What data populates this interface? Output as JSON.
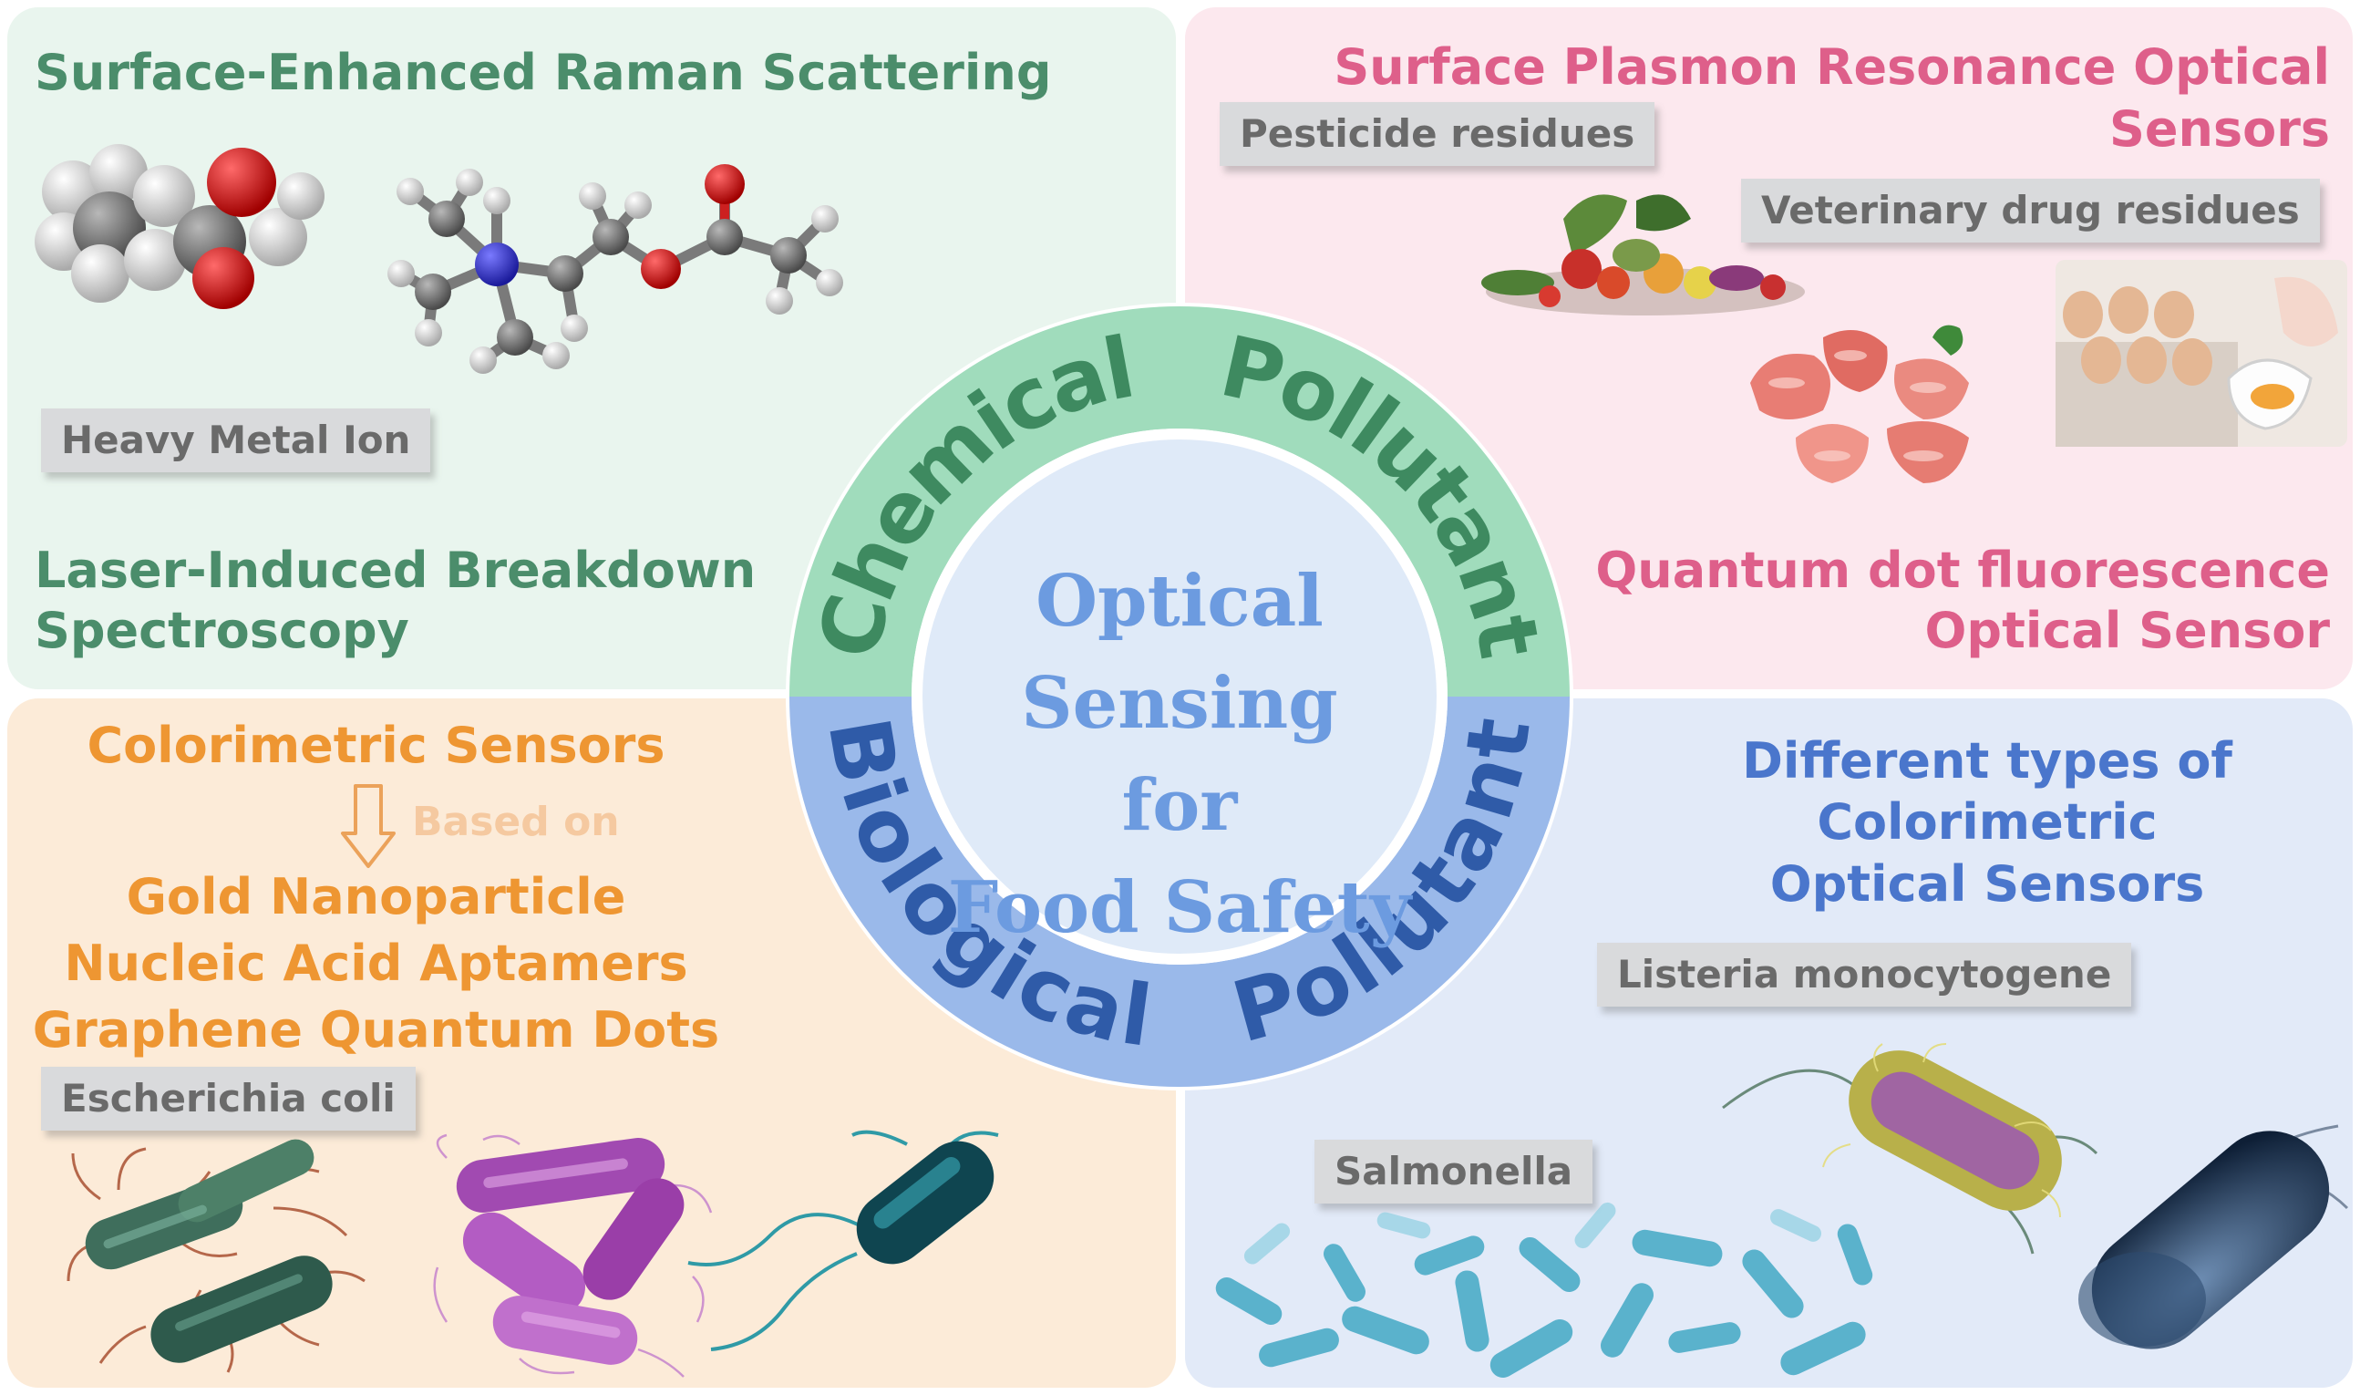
{
  "center": {
    "line1": "Optical Sensing",
    "line2": "for",
    "line3": "Food Safety",
    "ring_top": "Chemical Pollutant",
    "ring_bottom": "Biological Pollutant"
  },
  "top_left": {
    "title1": "Surface-Enhanced Raman Scattering",
    "tag": "Heavy Metal Ion",
    "title2_line1": "Laser-Induced Breakdown",
    "title2_line2": "Spectroscopy"
  },
  "top_right": {
    "title1_line1": "Surface Plasmon Resonance Optical",
    "title1_line2": "Sensors",
    "tag1": "Pesticide residues",
    "tag2": "Veterinary drug residues",
    "title2_line1": "Quantum dot fluorescence",
    "title2_line2": "Optical Sensor"
  },
  "bottom_left": {
    "title": "Colorimetric Sensors",
    "based_on": "Based on",
    "item1": "Gold Nanoparticle",
    "item2": "Nucleic Acid Aptamers",
    "item3": "Graphene Quantum Dots",
    "tag": "Escherichia coli"
  },
  "bottom_right": {
    "title_line1": "Different types of",
    "title_line2": "Colorimetric",
    "title_line3": "Optical Sensors",
    "tag1": "Listeria monocytogene",
    "tag2": "Salmonella"
  },
  "colors": {
    "green_panel": "#e9f5ee",
    "pink_panel": "#fce8ee",
    "orange_panel": "#fcebd8",
    "blue_panel": "#e2eaf8",
    "ring_green": "#a0dcbc",
    "ring_blue": "#9ab9ea",
    "center_text": "#6c9be0"
  },
  "icons": [
    "molecule-space-fill-icon",
    "molecule-ball-stick-icon",
    "vegetables-icon",
    "meat-icon",
    "eggs-icon",
    "down-arrow-icon",
    "bacteria-icon"
  ]
}
